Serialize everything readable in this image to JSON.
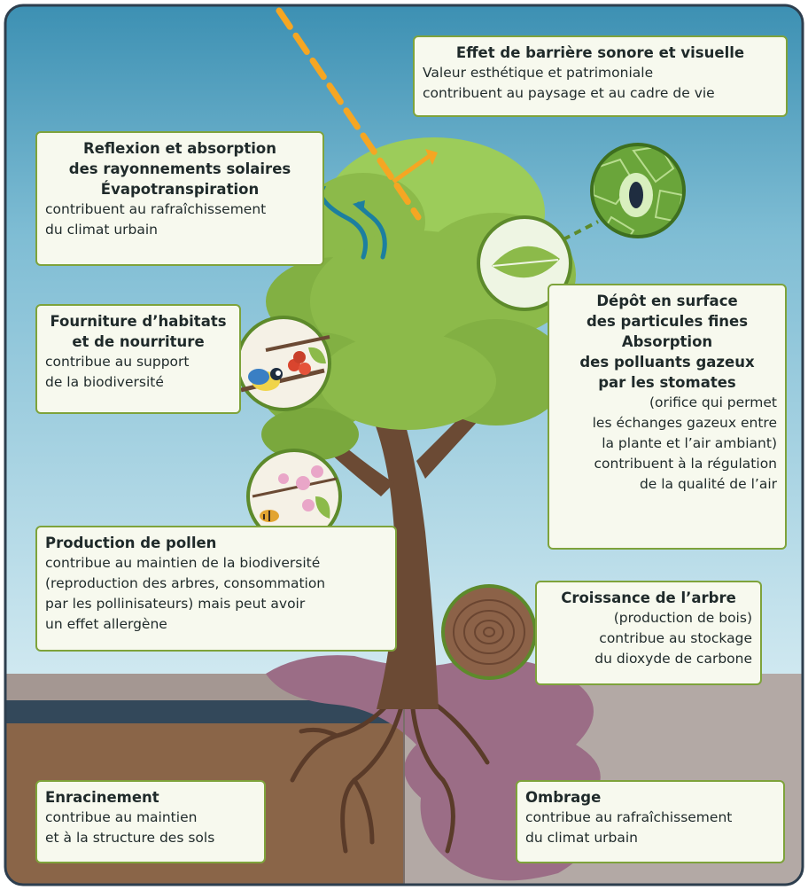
{
  "benefits": {
    "barrier": {
      "title": "Effet de barrière sonore et visuelle",
      "lines": [
        "Valeur esthétique et patrimoniale",
        "contribuent au paysage et au cadre de vie"
      ]
    },
    "solar": {
      "title_lines": [
        "Reflexion et absorption",
        "des rayonnements solaires",
        "Évapotranspiration"
      ],
      "lines": [
        "contribuent au rafraîchissement",
        "du climat urbain"
      ]
    },
    "habitats": {
      "title_lines": [
        "Fourniture d’habitats",
        "et de nourriture"
      ],
      "lines": [
        "contribue au support",
        "de la biodiversité"
      ]
    },
    "pollutants": {
      "title_lines": [
        "Dépôt en surface",
        "des particules fines",
        "Absorption",
        "des polluants gazeux",
        "par les stomates"
      ],
      "lines": [
        "(orifice qui permet",
        "les échanges gazeux entre",
        "la plante et l’air ambiant)",
        "contribuent à la régulation",
        "de la qualité de l’air"
      ]
    },
    "pollen": {
      "title": "Production de pollen",
      "lines": [
        "contribue au maintien de la biodiversité",
        "(reproduction des arbres, consommation",
        "par les pollinisateurs) mais peut avoir",
        "un effet allergène"
      ]
    },
    "growth": {
      "title": "Croissance de l’arbre",
      "lines": [
        "(production de bois)",
        "contribue au stockage",
        "du dioxyde de carbone"
      ]
    },
    "roots": {
      "title": "Enracinement",
      "lines": [
        "contribue au maintien",
        "et à la structure des sols"
      ]
    },
    "shade": {
      "title": "Ombrage",
      "lines": [
        "contribue au rafraîchissement",
        "du climat urbain"
      ]
    }
  },
  "colors": {
    "sky_top": "#3b8fb2",
    "sky_bottom": "#cbe6ef",
    "foliage": "#8cba4a",
    "trunk": "#6b4a34",
    "soil": "#8a6548",
    "road": "#33485a",
    "shadow": "#9b6d86",
    "ground_right": "#b3a9a5",
    "sun_ray": "#f5a623",
    "box_border": "#7ea33b"
  }
}
